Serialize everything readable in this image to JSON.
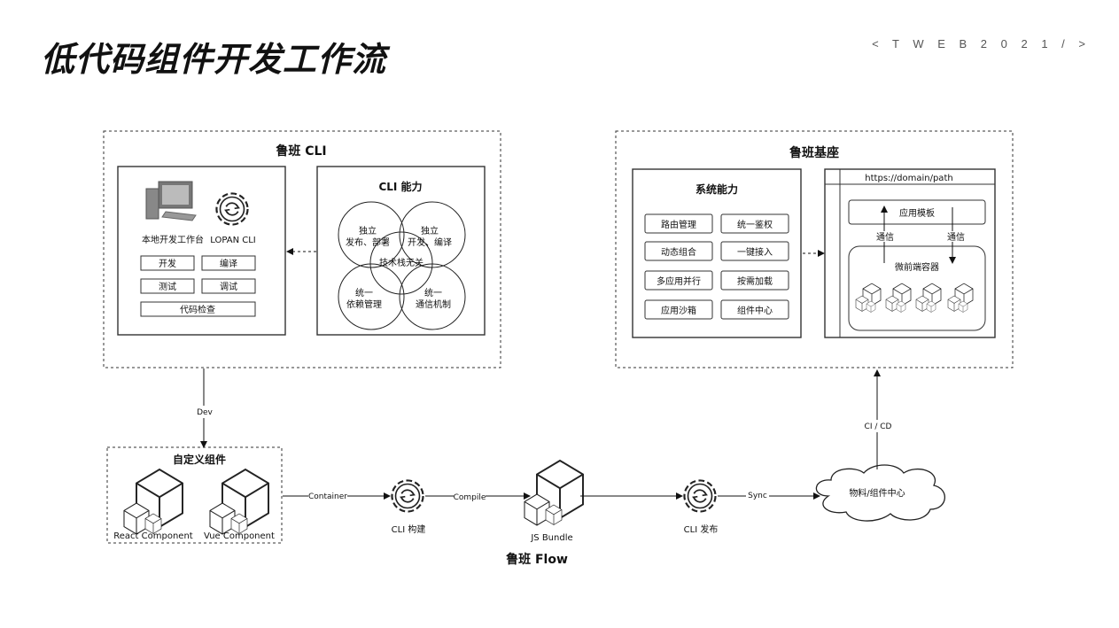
{
  "page": {
    "title": "低代码组件开发工作流",
    "tag": "< T W E B 2 0 2 1 / >"
  },
  "cli_panel": {
    "title": "鲁班 CLI",
    "local_label": "本地开发工作台",
    "lopan_label": "LOPAN CLI",
    "buttons": [
      "开发",
      "编译",
      "测试",
      "调试"
    ],
    "wide_button": "代码检查",
    "ability_title": "CLI 能力",
    "venn": {
      "top_left": [
        "独立",
        "发布、部署"
      ],
      "top_right": [
        "独立",
        "开发、编译"
      ],
      "center": "技术栈无关",
      "bottom_left": [
        "统一",
        "依赖管理"
      ],
      "bottom_right": [
        "统一",
        "通信机制"
      ]
    }
  },
  "base_panel": {
    "title": "鲁班基座",
    "system_title": "系统能力",
    "abilities": [
      "路由管理",
      "统一鉴权",
      "动态组合",
      "一键接入",
      "多应用并行",
      "按需加载",
      "应用沙箱",
      "组件中心"
    ],
    "url": "https://domain/path",
    "app_template": "应用模板",
    "comm_left": "通信",
    "comm_right": "通信",
    "micro_container": "微前端容器"
  },
  "flow": {
    "dev_label": "Dev",
    "custom_title": "自定义组件",
    "react_label": "React Component",
    "vue_label": "Vue Component",
    "container_label": "Container",
    "cli_build": "CLI 构建",
    "compile_label": "Compile",
    "js_bundle": "JS Bundle",
    "cli_publish": "CLI 发布",
    "sync_label": "Sync",
    "cloud_label": "物料/组件中心",
    "cicd_label": "CI / CD",
    "flow_title": "鲁班 Flow"
  }
}
